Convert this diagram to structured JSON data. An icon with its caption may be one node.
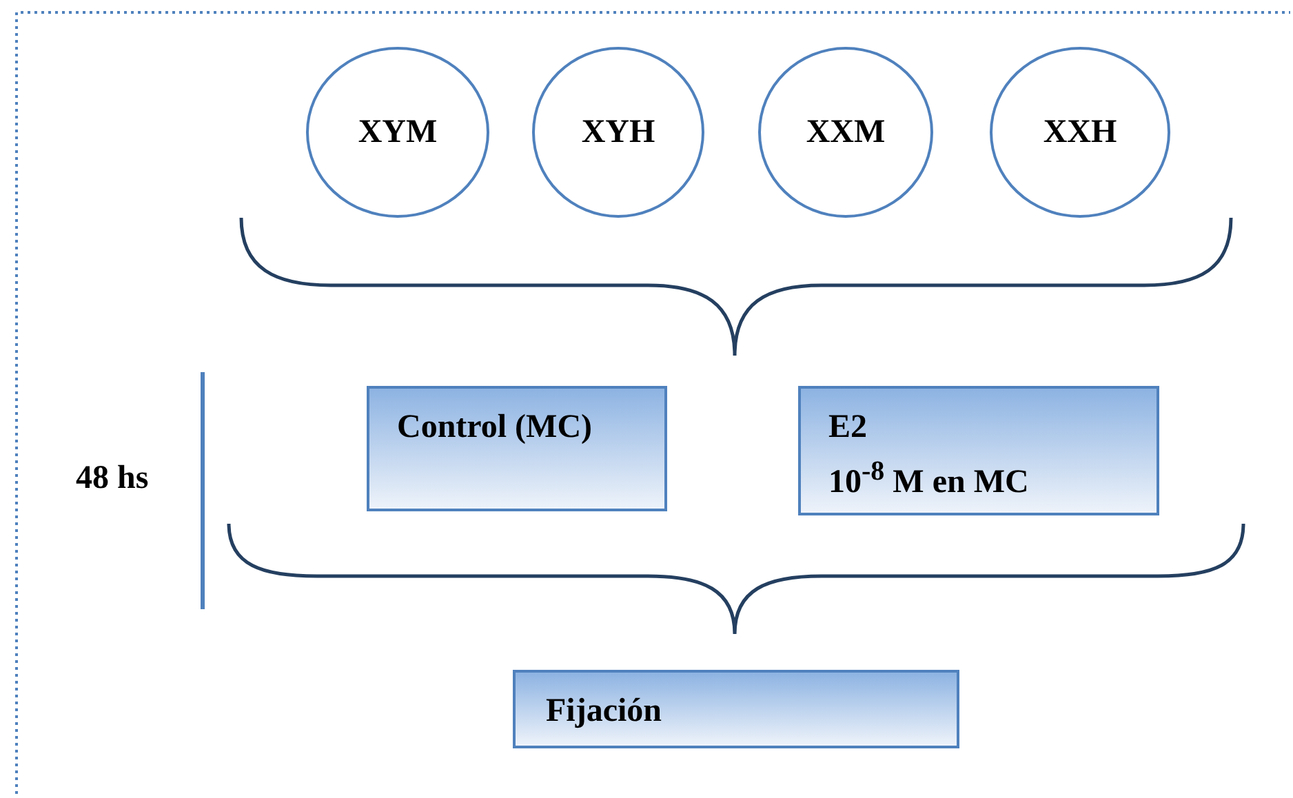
{
  "diagram": {
    "nodes": [
      {
        "text": [
          "XYM"
        ]
      },
      {
        "text": [
          "XYH"
        ]
      },
      {
        "text": [
          "XXM"
        ]
      },
      {
        "text": [
          "XXH"
        ]
      },
      {
        "text": [
          "Control (MC)"
        ]
      },
      {
        "text": [
          "E2",
          "10$^{-8}$ M en MC"
        ]
      },
      {
        "text": [
          "Fijación"
        ]
      }
    ],
    "edges": [],
    "labels": [
      "48 hs"
    ]
  }
}
